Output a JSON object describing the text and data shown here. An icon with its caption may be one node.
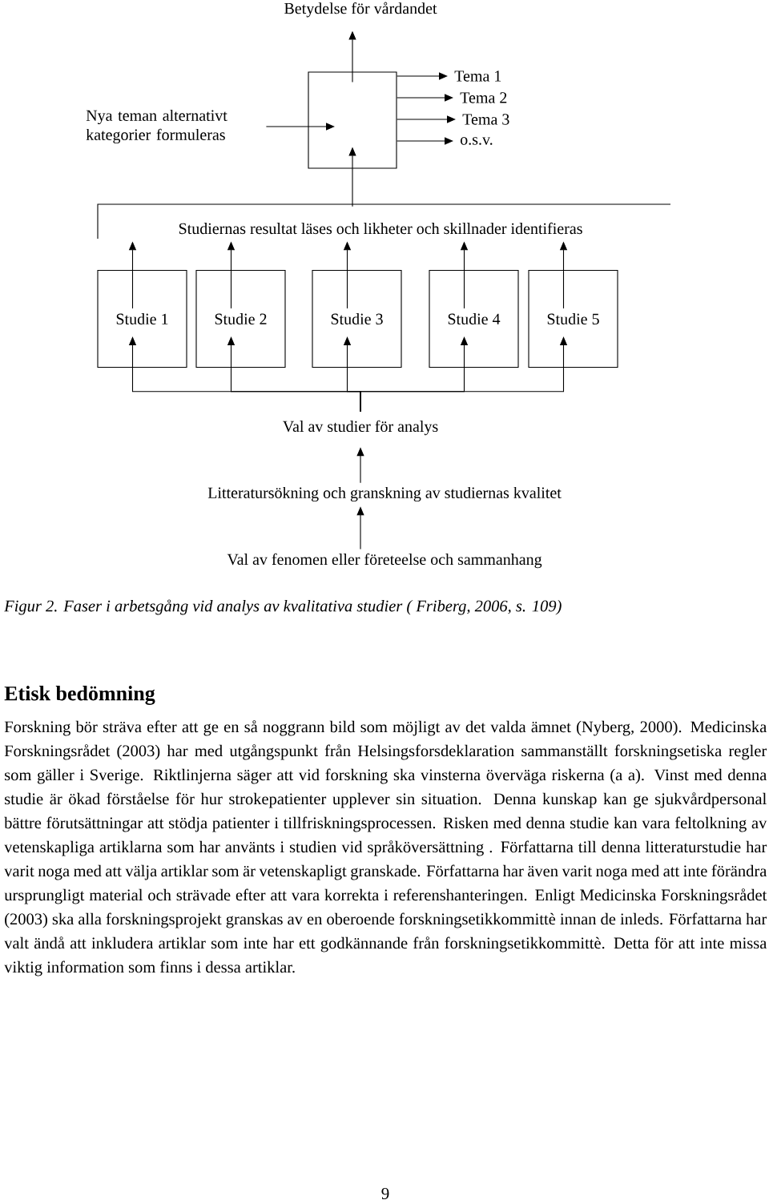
{
  "diagram": {
    "caption": "Figur 2. Faser i arbetsgång vid analys av kvalitativa studier ( Friberg, 2006, s. 109)",
    "nodes": [
      {
        "text": [
          "Betydelse för vårdandet"
        ]
      },
      {
        "text": [],
        "shape": "box"
      },
      {
        "text": [
          "Tema 1"
        ]
      },
      {
        "text": [
          "Tema 2"
        ]
      },
      {
        "text": [
          "Tema 3"
        ]
      },
      {
        "text": [
          "o.s.v."
        ]
      },
      {
        "text": [
          "Nya teman alternativt kategorier formuleras"
        ]
      },
      {
        "text": [
          "Studiernas resultat läses och likheter och skillnader identifieras"
        ]
      },
      {
        "text": [
          "Studie 1"
        ]
      },
      {
        "text": [
          "Studie 2"
        ]
      },
      {
        "text": [
          "Studie 3"
        ]
      },
      {
        "text": [
          "Studie 4"
        ]
      },
      {
        "text": [
          "Studie 5"
        ]
      },
      {
        "text": [
          "Val av studier för analys"
        ]
      },
      {
        "text": [
          "Litteratursökning och granskning av studiernas kvalitet"
        ]
      },
      {
        "text": [
          "Val av fenomen eller företeelse och sammanhang"
        ]
      }
    ],
    "edges": [
      {
        "from": 1,
        "to": 0,
        "arrow": "to"
      },
      {
        "from": 1,
        "to": 2,
        "arrow": "to"
      },
      {
        "from": 1,
        "to": 3,
        "arrow": "to"
      },
      {
        "from": 1,
        "to": 4,
        "arrow": "to"
      },
      {
        "from": 1,
        "to": 5,
        "arrow": "to"
      },
      {
        "from": 6,
        "to": 1,
        "arrow": "to"
      },
      {
        "from": 7,
        "to": 1,
        "arrow": "to"
      },
      {
        "from": 8,
        "to": 7,
        "arrow": "to"
      },
      {
        "from": 9,
        "to": 7,
        "arrow": "to"
      },
      {
        "from": 10,
        "to": 7,
        "arrow": "to"
      },
      {
        "from": 11,
        "to": 7,
        "arrow": "to"
      },
      {
        "from": 12,
        "to": 7,
        "arrow": "to"
      },
      {
        "from": 13,
        "to": 8,
        "arrow": "to"
      },
      {
        "from": 13,
        "to": 9,
        "arrow": "to"
      },
      {
        "from": 13,
        "to": 10,
        "arrow": "to"
      },
      {
        "from": 13,
        "to": 11,
        "arrow": "to"
      },
      {
        "from": 13,
        "to": 12,
        "arrow": "to"
      },
      {
        "from": 14,
        "to": 13,
        "arrow": "to"
      },
      {
        "from": 15,
        "to": 14,
        "arrow": "to"
      }
    ],
    "labels": [
      "Etisk bedömning",
      "Forskning bör sträva efter att ge en så noggrann bild som möjligt av det valda ämnet (Nyberg, 2000). Medicinska Forskningsrådet (2003) har med utgångspunkt från Helsingsforsdeklaration sammanställt forskningsetiska regler som gäller i Sverige. Riktlinjerna säger att vid forskning ska vinsterna överväga riskerna (a a). Vinst med denna studie är ökad förståelse för hur strokepatienter upplever sin situation. Denna kunskap kan ge sjukvårdpersonal bättre förutsättningar att stödja patienter i tillfriskningsprocessen. Risken med denna studie kan vara feltolkning av vetenskapliga artiklarna som har använts i studien vid språköversättning . Författarna till denna litteraturstudie har varit noga med att välja artiklar som är vetenskapligt granskade. Författarna har även varit noga med att inte förändra ursprungligt material och strävade efter att vara korrekta i referenshanteringen. Enligt Medicinska Forskningsrådet (2003) ska alla forskningsprojekt granskas av en oberoende forskningsetikkommittè innan de inleds. Författarna har valt ändå att inkludera artiklar som inte har ett godkännande från forskningsetikkommittè. Detta för att inte missa viktig information som finns i dessa artiklar.",
      "9"
    ]
  }
}
